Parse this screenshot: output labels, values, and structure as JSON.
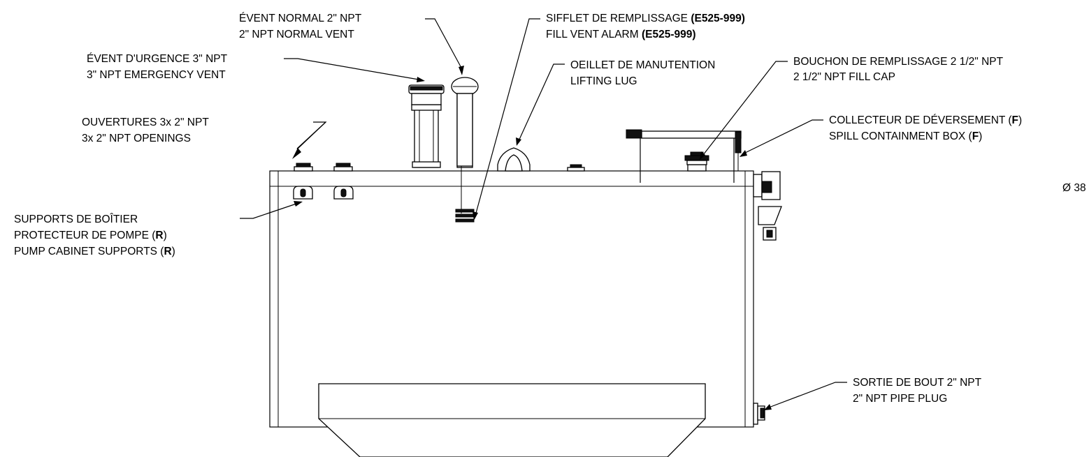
{
  "callouts": {
    "normal_vent": {
      "fr": "ÉVENT NORMAL 2\" NPT",
      "en": "2\" NPT NORMAL VENT"
    },
    "emergency_vent": {
      "fr": "ÉVENT D'URGENCE 3\" NPT",
      "en": "3\" NPT EMERGENCY VENT"
    },
    "openings": {
      "fr": "OUVERTURES 3x 2\" NPT",
      "en": "3x 2\" NPT OPENINGS"
    },
    "cabinet_supports": {
      "fr1": "SUPPORTS DE BOÎTIER",
      "fr2": "PROTECTEUR DE POMPE (",
      "fr2_code": "R",
      "fr2_end": ")",
      "en": "PUMP CABINET SUPPORTS (",
      "en_code": "R",
      "en_end": ")"
    },
    "fill_vent_alarm": {
      "fr": "SIFFLET DE REMPLISSAGE ",
      "fr_code": "(E525-999)",
      "en": "FILL VENT ALARM ",
      "en_code": "(E525-999)"
    },
    "lifting_lug": {
      "fr": "OEILLET DE MANUTENTION",
      "en": "LIFTING LUG"
    },
    "fill_cap": {
      "fr": "BOUCHON DE REMPLISSAGE 2 1/2\" NPT",
      "en": "2 1/2\" NPT FILL CAP"
    },
    "spill_box": {
      "fr": "COLLECTEUR DE DÉVERSEMENT (",
      "fr_code": "F",
      "fr_end": ")",
      "en": "SPILL CONTAINMENT BOX (",
      "en_code": "F",
      "en_end": ")"
    },
    "pipe_plug": {
      "fr": "SORTIE DE BOUT 2\" NPT",
      "en": "2\" NPT PIPE PLUG"
    },
    "diameter": "Ø 38"
  }
}
